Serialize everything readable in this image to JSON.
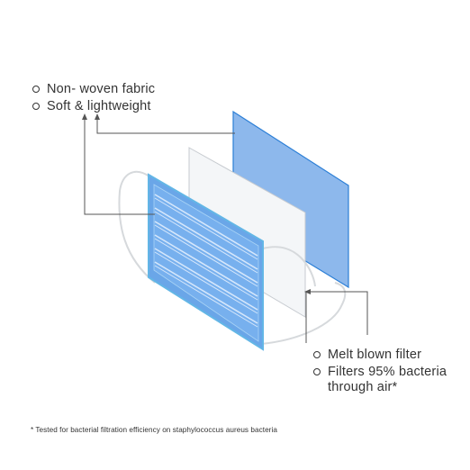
{
  "labels": {
    "top": [
      "Non- woven fabric",
      "Soft & lightweight"
    ],
    "bottom": [
      "Melt blown filter",
      "Filters 95% bacteria through air*"
    ]
  },
  "footnote": "* Tested for bacterial filtration efficiency on staphylococcus aureus bacteria",
  "colors": {
    "blue_layer": "#8db8ec",
    "blue_layer_edge": "#2c7fd6",
    "filter_layer": "#f4f6f8",
    "filter_edge": "#c7cbd0",
    "pleat_line": "#d6e7fb",
    "mask_edge": "#63b6e6",
    "ear_loop": "#d6d9dc",
    "leader_line": "#555555",
    "text": "#333333"
  }
}
